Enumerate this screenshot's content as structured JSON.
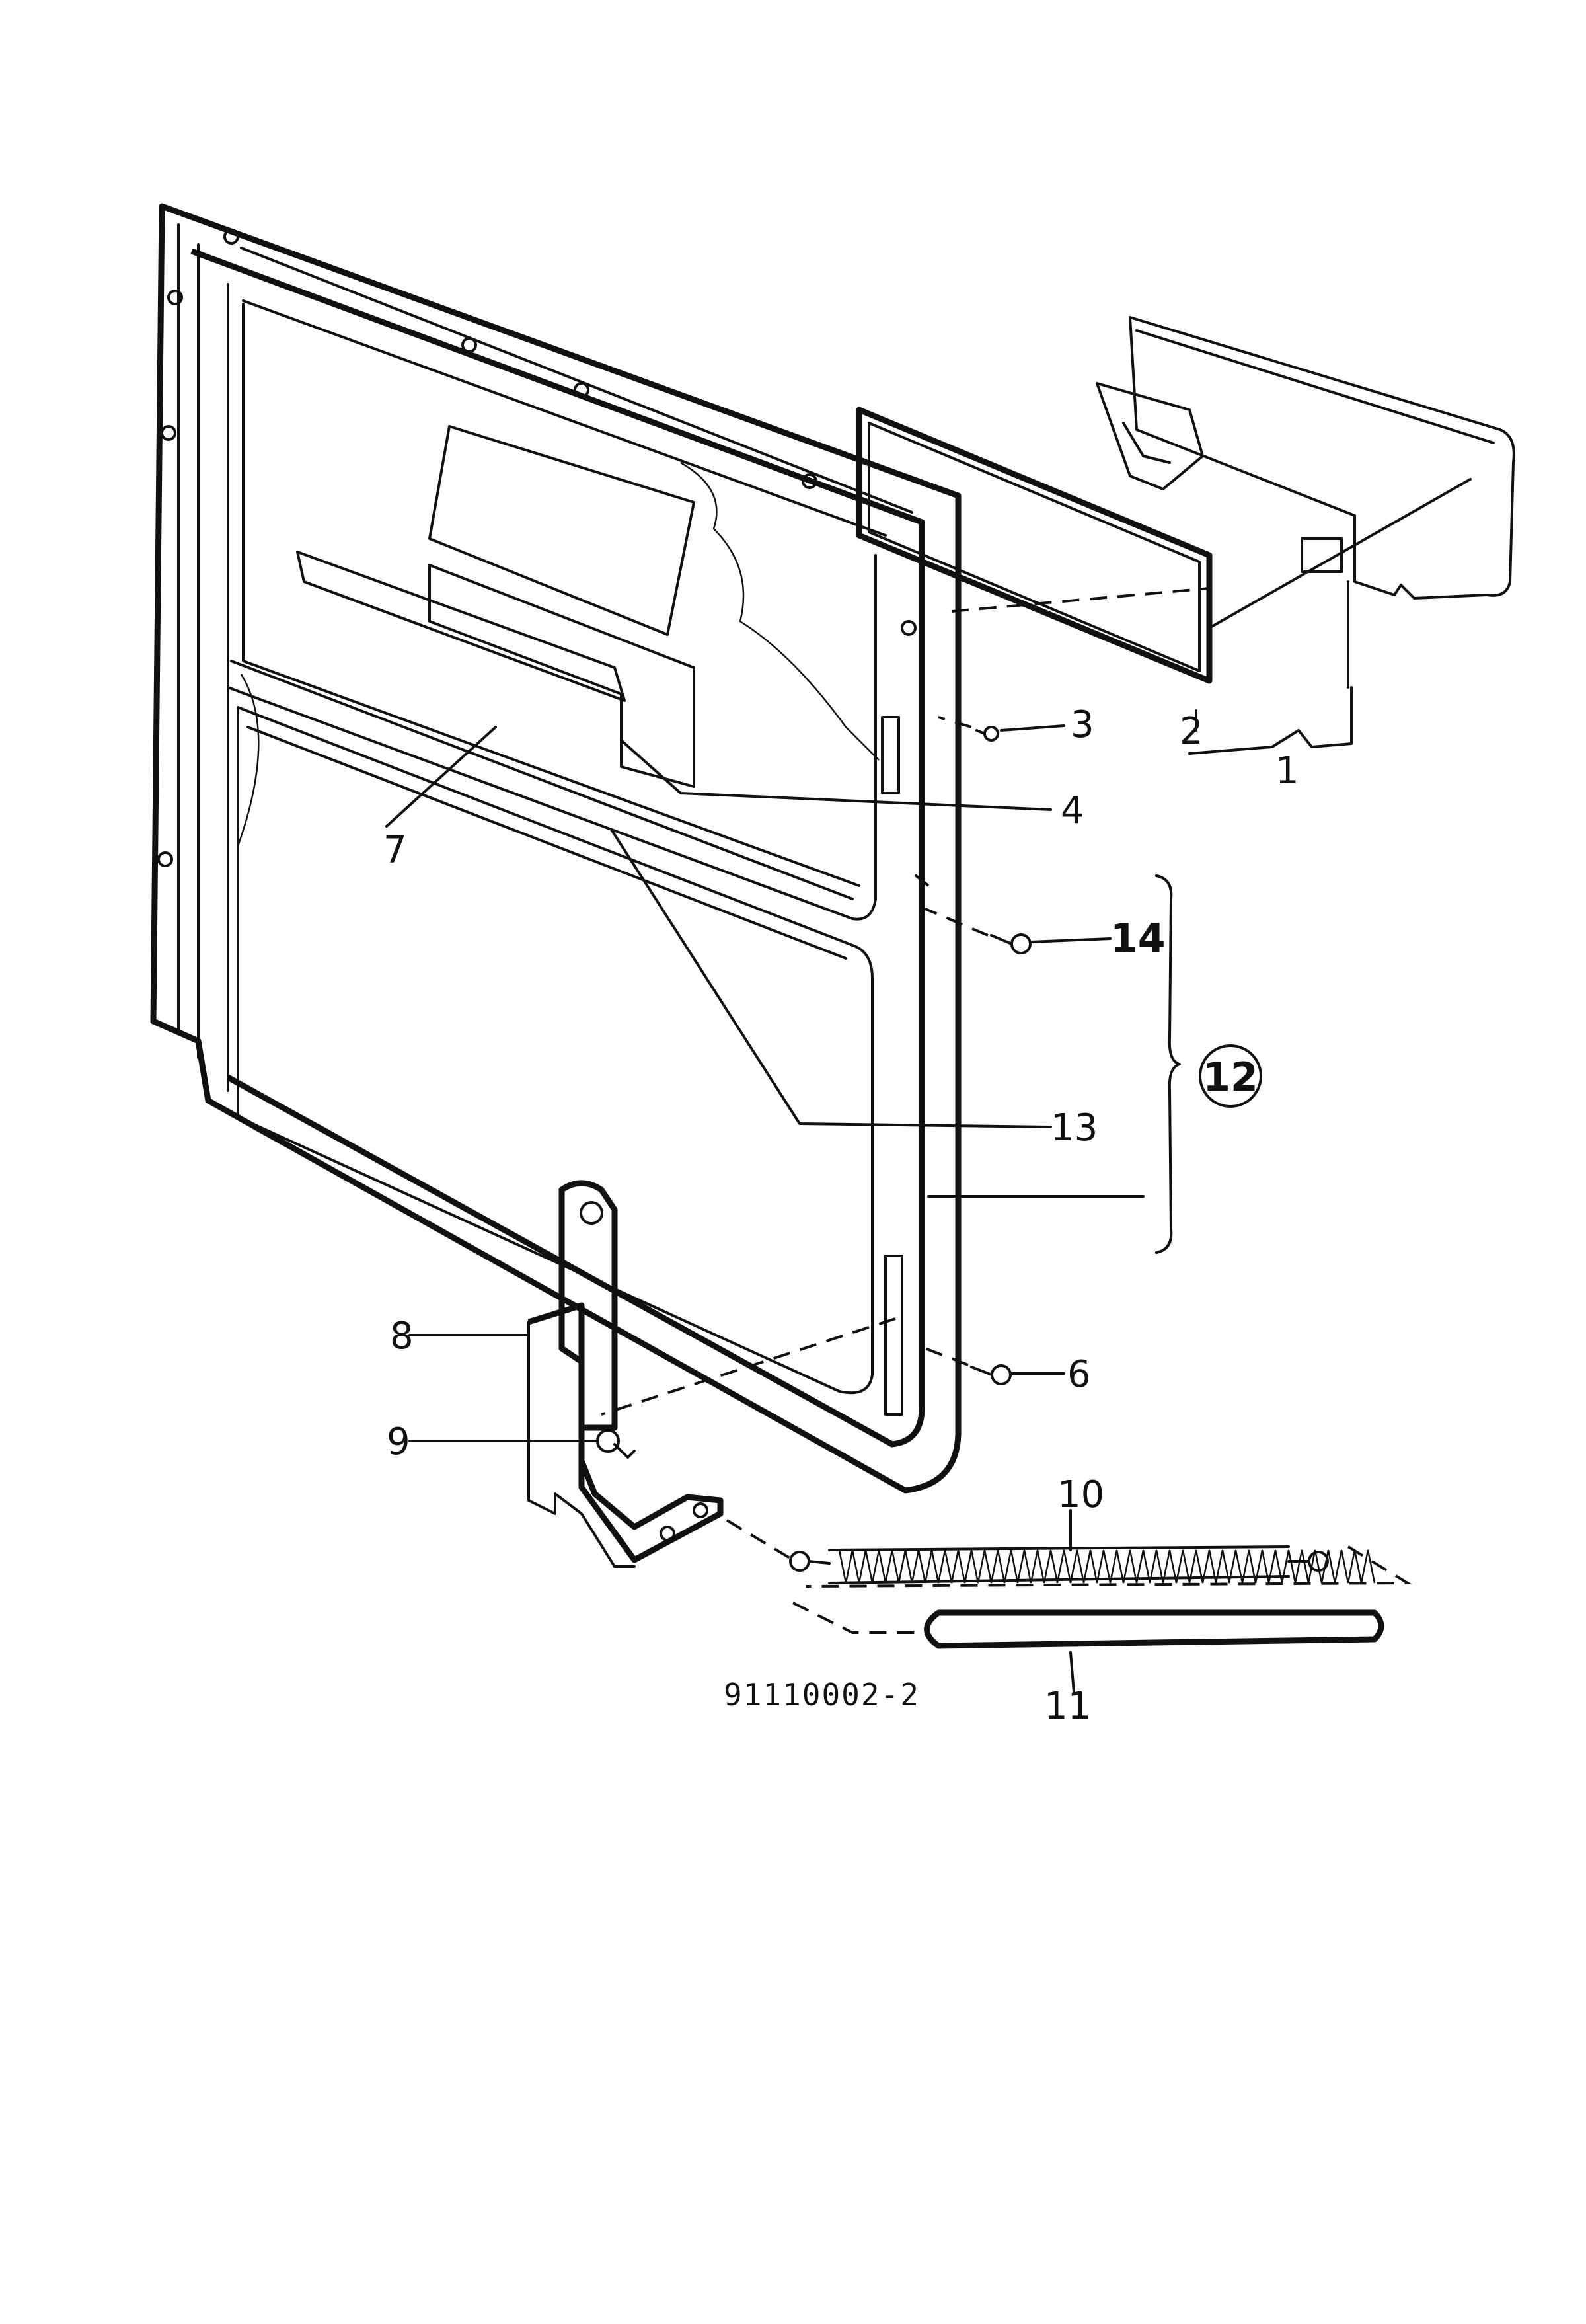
{
  "figure": {
    "reference": "91110002-2",
    "circled_group": "12"
  },
  "parts": [
    {
      "id": "p1",
      "label": "1"
    },
    {
      "id": "p2",
      "label": "2"
    },
    {
      "id": "p3",
      "label": "3"
    },
    {
      "id": "p4",
      "label": "4"
    },
    {
      "id": "p6",
      "label": "6"
    },
    {
      "id": "p7",
      "label": "7"
    },
    {
      "id": "p8",
      "label": "8"
    },
    {
      "id": "p9",
      "label": "9"
    },
    {
      "id": "p10",
      "label": "10"
    },
    {
      "id": "p11",
      "label": "11"
    },
    {
      "id": "p13",
      "label": "13"
    },
    {
      "id": "p14",
      "label": "14"
    }
  ]
}
